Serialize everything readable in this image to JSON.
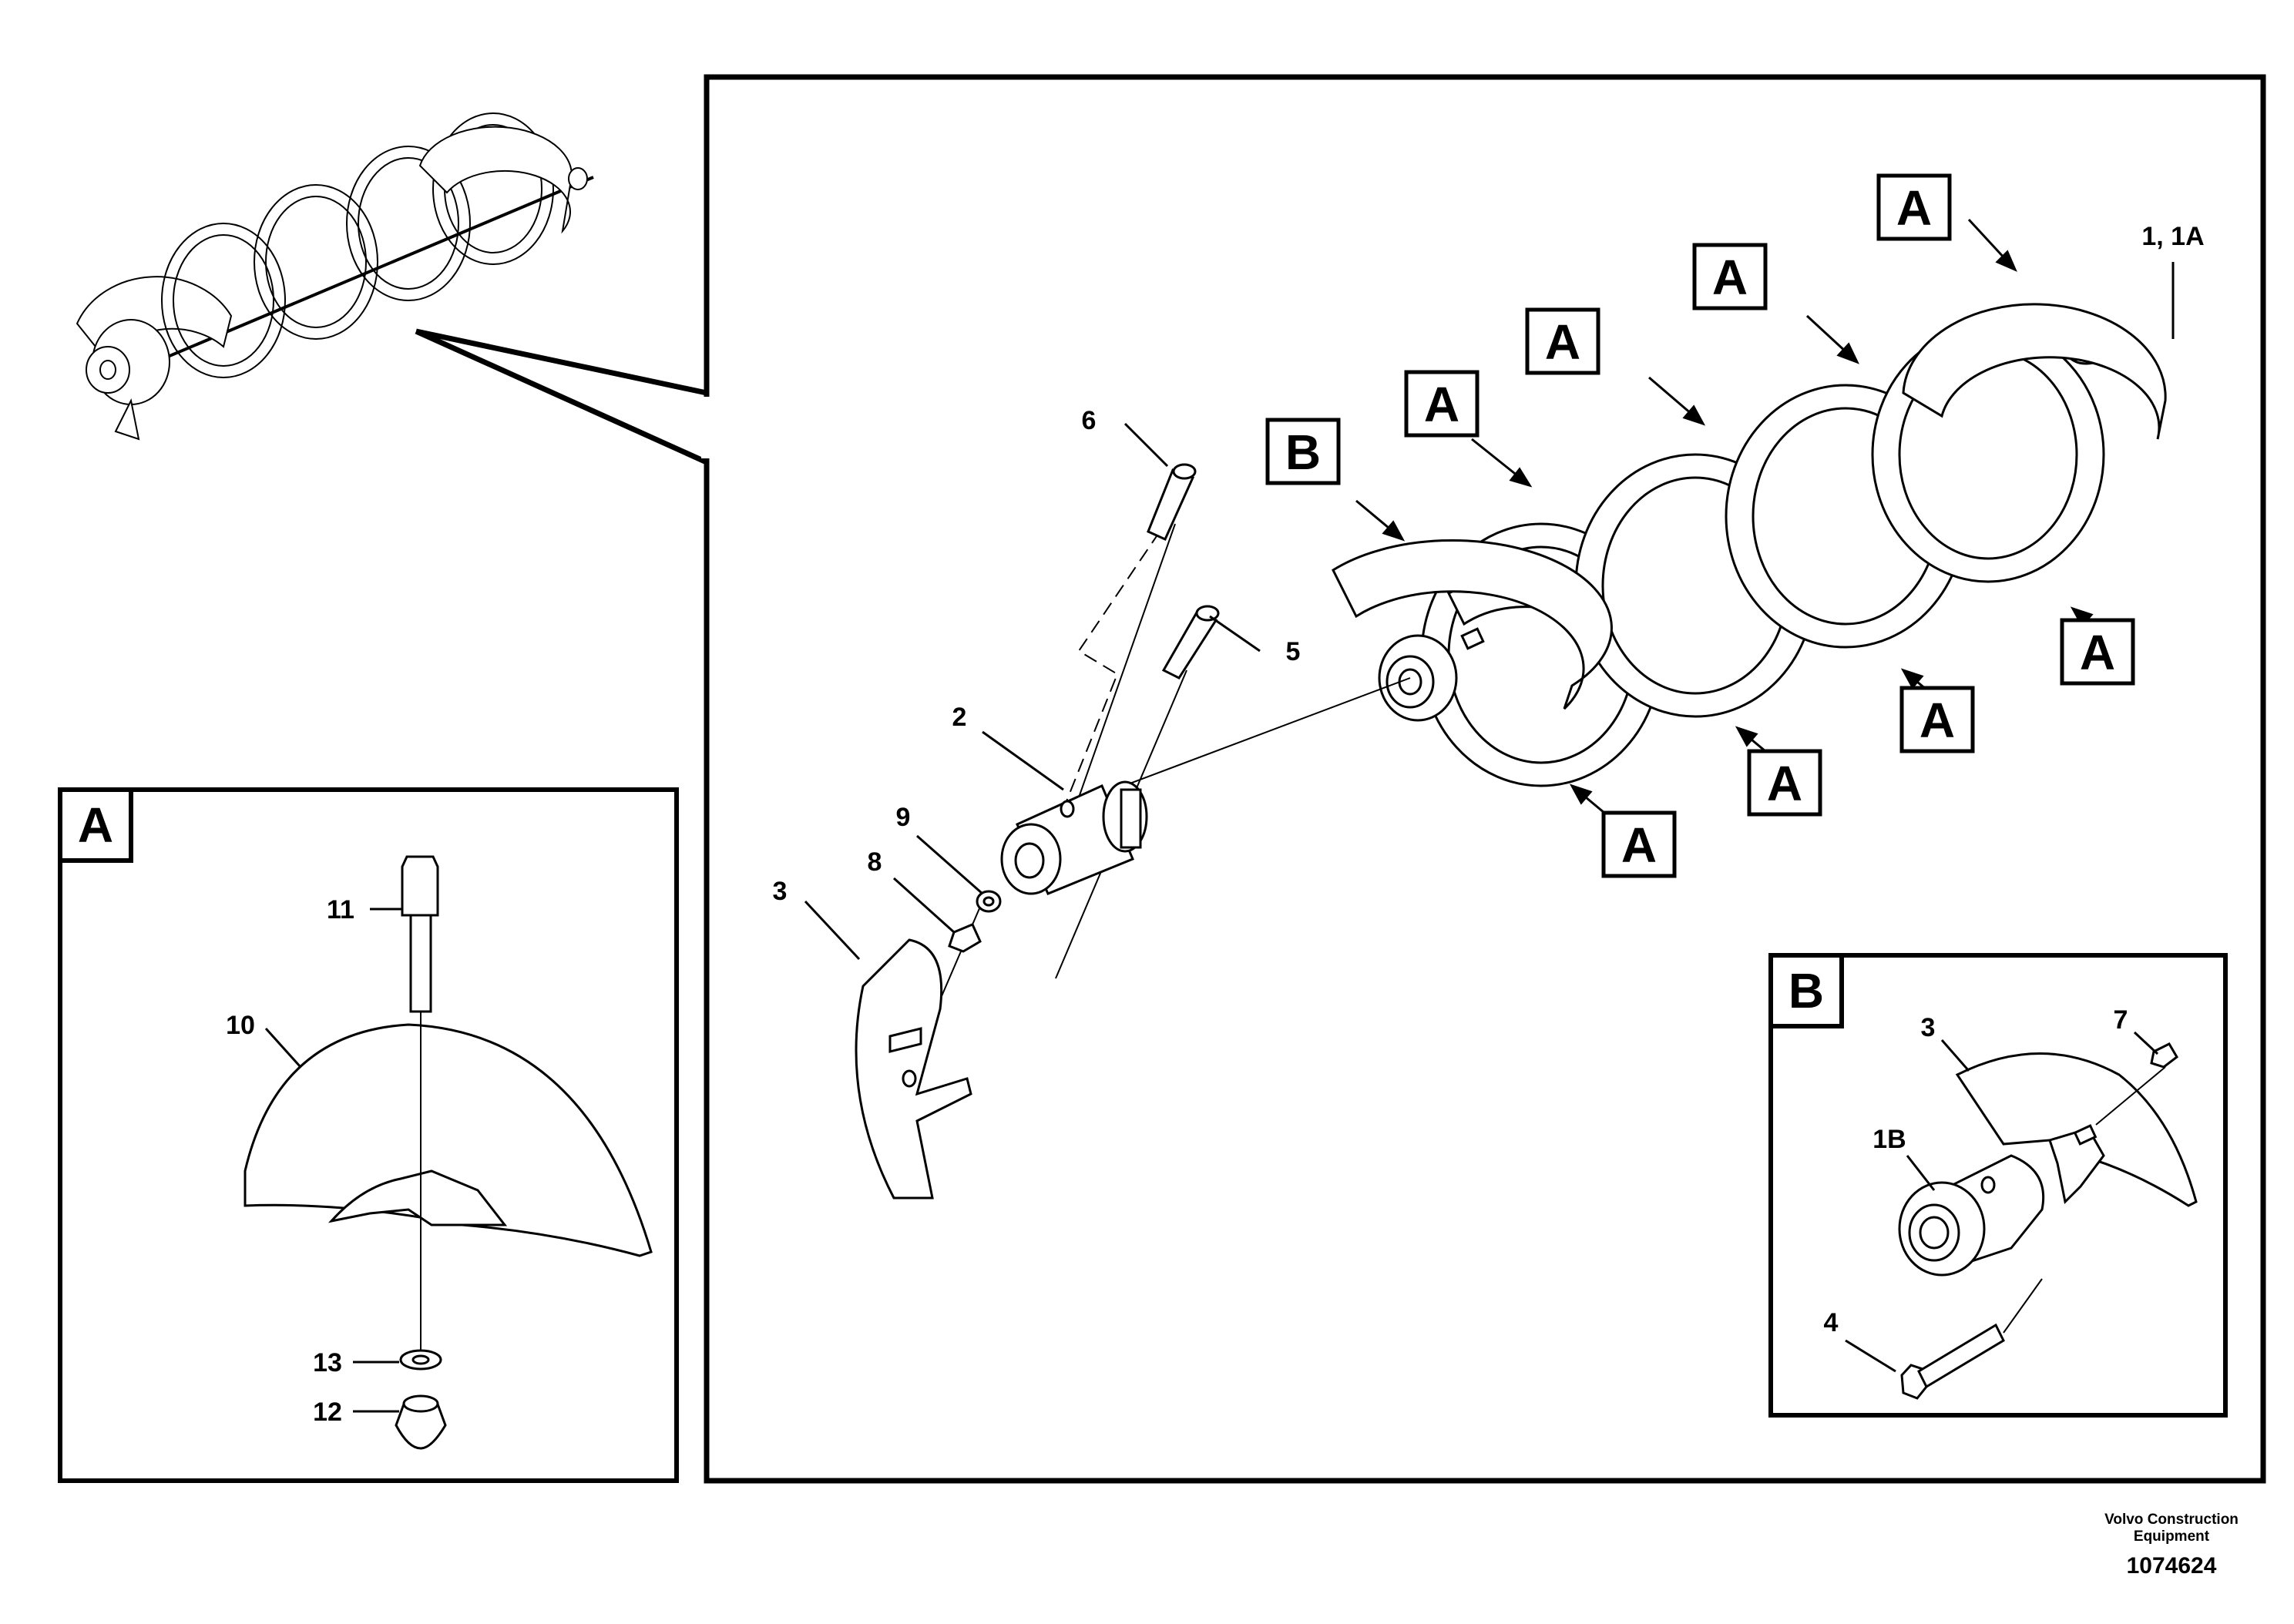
{
  "callouts": {
    "c1": "1, 1A",
    "c2": "2",
    "c3": "3",
    "c4": "4",
    "c5": "5",
    "c6": "6",
    "c7": "7",
    "c8": "8",
    "c9": "9",
    "c10": "10",
    "c11": "11",
    "c12": "12",
    "c13": "13",
    "c1B": "1B",
    "c3b": "3"
  },
  "tags": {
    "a": "A",
    "b": "B"
  },
  "panels": {
    "detail_a_label": "A",
    "detail_b_label": "B"
  },
  "footer": {
    "company_line1": "Volvo Construction",
    "company_line2": "Equipment",
    "drawing_number": "1074624"
  }
}
